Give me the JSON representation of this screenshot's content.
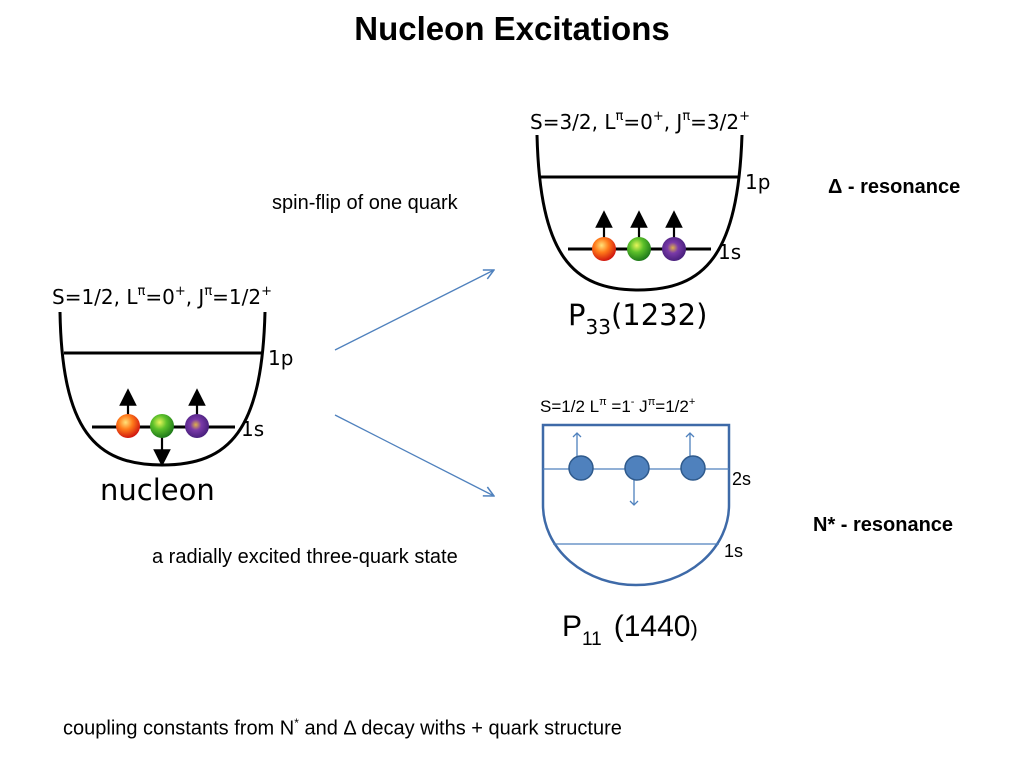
{
  "title": "Nucleon Excitations",
  "nucleon": {
    "quantum_numbers": "S=1/2, Lπ=0⁺, Jπ=1/2⁺",
    "parts": [
      "S=1/2, L",
      "π",
      "=0",
      "+",
      ", J",
      "π",
      "=1/2",
      "+"
    ],
    "level_1p": "1p",
    "level_1s": "1s",
    "label": "nucleon"
  },
  "delta_state": {
    "parts": [
      "S=3/2, L",
      "π",
      "=0",
      "+",
      ", J",
      "π",
      "=3/2",
      "+"
    ],
    "level_1p": "1p",
    "level_1s": "1s",
    "name_main": "P",
    "name_sub": "33",
    "name_mass": "(1232)"
  },
  "nstar_state": {
    "parts": [
      "S=1/2 L",
      "π",
      " =1",
      "-",
      "  J",
      "π",
      "=1/2",
      "+"
    ],
    "level_2s": "2s",
    "level_1s": "1s",
    "name_main": "P",
    "name_sub": "11",
    "name_mass": "(1440",
    "name_close": ")"
  },
  "annotations": {
    "spin_flip": "spin-flip of one quark",
    "radial": "a radially excited three-quark state",
    "delta_resonance": "Δ - resonance",
    "nstar_resonance": "N* - resonance"
  },
  "footer": {
    "before": "coupling constants  from  N",
    "sup": "*",
    "after": " and Δ  decay withs + quark structure"
  },
  "colors": {
    "quark_red": "#e8411c",
    "quark_green": "#3aa12a",
    "quark_purple": "#5a2a8c",
    "arrow_blue": "#4f81bd",
    "well_blue": "#3e6aa8",
    "dot_blue": "#4f81bd"
  }
}
